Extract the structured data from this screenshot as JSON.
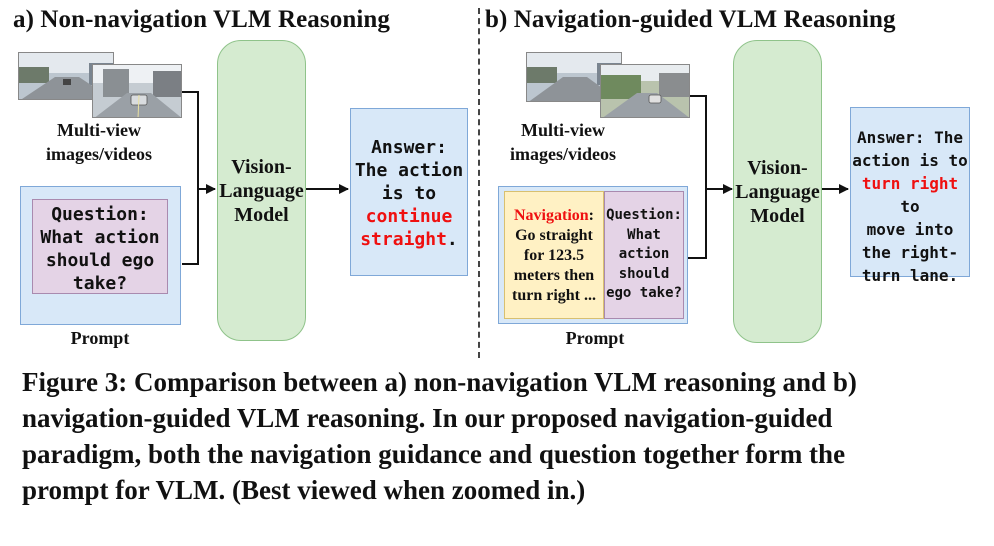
{
  "panel_a": {
    "title": "a) Non-navigation VLM Reasoning",
    "images_label_line1": "Multi-view",
    "images_label_line2": "images/videos",
    "question_lines": [
      "Question:",
      "What action",
      "should ego",
      "take?"
    ],
    "prompt_label": "Prompt",
    "vlm_lines": [
      "Vision-",
      "Language",
      "Model"
    ],
    "answer_lines": [
      "Answer:",
      "The action",
      "is to"
    ],
    "answer_red_1": "continue",
    "answer_red_2": "straight",
    "answer_tail": "."
  },
  "panel_b": {
    "title": "b) Navigation-guided VLM Reasoning",
    "images_label_line1": "Multi-view",
    "images_label_line2": "images/videos",
    "navigation_label": "Navigation",
    "navigation_colon": ":",
    "navigation_lines": [
      "Go straight",
      "for 123.5",
      "meters then",
      "turn right ..."
    ],
    "question_lines": [
      "Question:",
      "What",
      "action",
      "should",
      "ego take?"
    ],
    "prompt_label": "Prompt",
    "vlm_lines": [
      "Vision-",
      "Language",
      "Model"
    ],
    "answer_line1": "Answer: The",
    "answer_line2": "action is to",
    "answer_red": "turn right",
    "answer_line3_tail": " to",
    "answer_lines_rest": [
      "move into",
      "the right-",
      "turn lane."
    ]
  },
  "caption": {
    "lines": [
      "Figure 3: Comparison between a) non-navigation VLM reasoning and b)",
      "navigation-guided VLM reasoning. In our proposed navigation-guided",
      "paradigm, both the navigation guidance and question together form the",
      "prompt for VLM. (Best viewed when zoomed in.)"
    ]
  },
  "colors": {
    "vlm_fill": "#d5ebd0",
    "prompt_fill": "#d8e8f8",
    "question_fill": "#e4d3e6",
    "navigation_fill": "#fff1c4",
    "highlight": "#ef1010"
  },
  "icons": [
    "street-scene-image",
    "arrow-right"
  ]
}
